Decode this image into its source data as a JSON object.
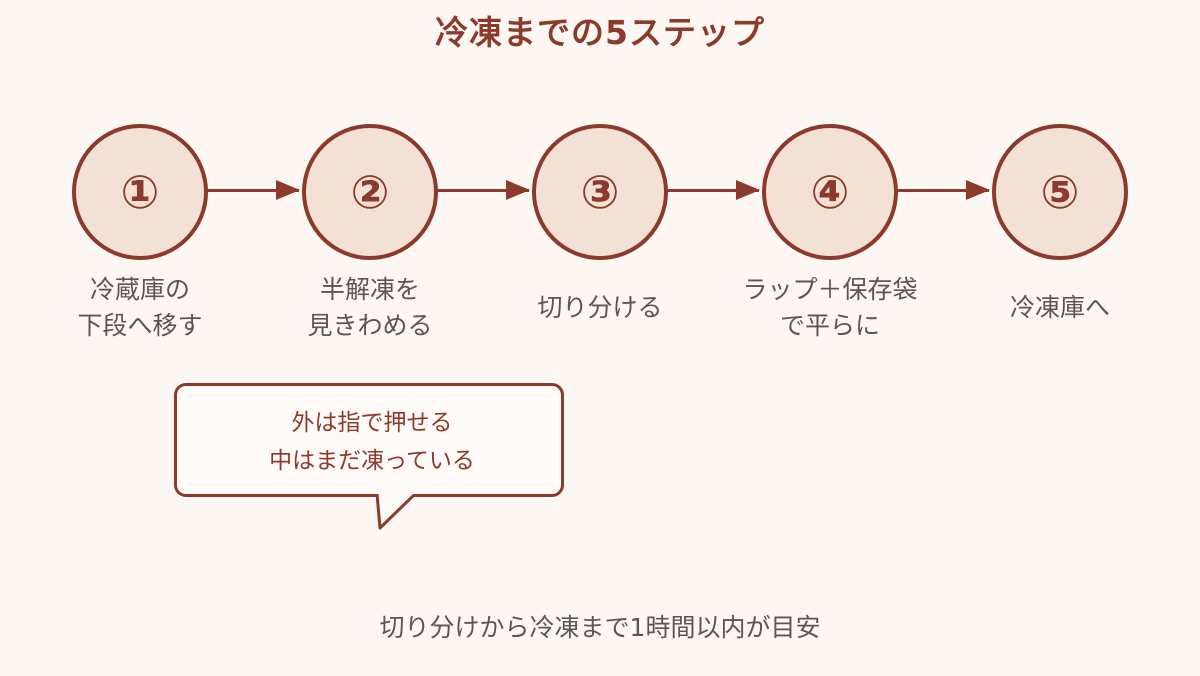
{
  "title": "冷凍までの5ステップ",
  "steps": [
    {
      "number": "①",
      "label_lines": [
        "冷蔵庫の",
        "下段へ移す"
      ]
    },
    {
      "number": "②",
      "label_lines": [
        "半解凍を",
        "見きわめる"
      ]
    },
    {
      "number": "③",
      "label_lines": [
        "切り分ける"
      ]
    },
    {
      "number": "④",
      "label_lines": [
        "ラップ＋保存袋",
        "で平らに"
      ]
    },
    {
      "number": "⑤",
      "label_lines": [
        "冷凍庫へ"
      ]
    }
  ],
  "callout": {
    "lines": [
      "外は指で押せる",
      "中はまだ凍っている"
    ]
  },
  "footer_note": "切り分けから冷凍まで1時間以内が目安",
  "colors": {
    "accent": "#8c3a2b",
    "circle_fill": "#f3e1d6",
    "background": "#fcf7f3",
    "body_text": "#5b5555"
  }
}
